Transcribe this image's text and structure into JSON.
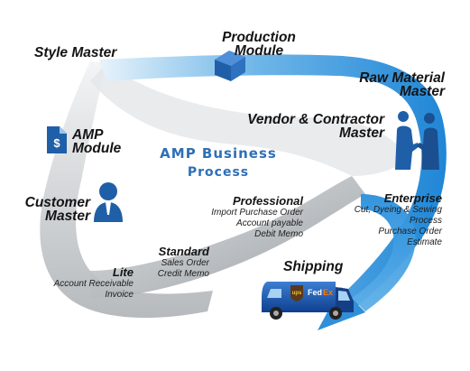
{
  "diagram": {
    "title_line1": "AMP Business",
    "title_line2": "Process"
  },
  "nodes": {
    "style_master": "Style Master",
    "production_module": {
      "line1": "Production",
      "line2": "Module"
    },
    "raw_material_master": {
      "line1": "Raw Material",
      "line2": "Master"
    },
    "vendor_contractor_master": {
      "line1": "Vendor & Contractor",
      "line2": "Master"
    },
    "amp_module": {
      "line1": "AMP",
      "line2": "Module"
    },
    "customer_master": {
      "line1": "Customer",
      "line2": "Master"
    },
    "shipping": "Shipping"
  },
  "tiers": {
    "professional": {
      "title": "Professional",
      "items": [
        "Import Purchase Order",
        "Account payable",
        "Debit Memo"
      ]
    },
    "enterprise": {
      "title": "Enterprise",
      "items": [
        "Cut, Dyeing & Sewing",
        "Process",
        "Purchase Order",
        "Estimate"
      ]
    },
    "standard": {
      "title": "Standard",
      "items": [
        "Sales Order",
        "Credit Memo"
      ]
    },
    "lite": {
      "title": "Lite",
      "items": [
        "Account Receivable",
        "Invoice"
      ]
    }
  },
  "truck": {
    "logo_ups": "ups",
    "logo_fedex_fed": "Fed",
    "logo_fedex_ex": "Ex"
  },
  "colors": {
    "arrow_blue": "#2f8fd8",
    "arrow_light": "#cfe6f6",
    "band_gray": "#9ea3a8",
    "title_blue": "#2f6fb6",
    "icon_blue": "#1f5fa8"
  }
}
